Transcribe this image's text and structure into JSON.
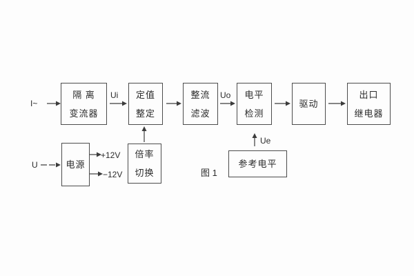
{
  "figure": {
    "caption": "图 1"
  },
  "inputs": {
    "current_input_label": "I~",
    "voltage_input_label": "U"
  },
  "signals": {
    "ui": "Ui",
    "uo": "Uo",
    "ue": "Ue",
    "plus12v": "+12V",
    "minus12v": "−12V"
  },
  "blocks": {
    "isolation_transformer": {
      "line1": "隔 离",
      "line2": "变流器"
    },
    "setpoint_setting": {
      "line1": "定值",
      "line2": "整定"
    },
    "rectifier_filter": {
      "line1": "整流",
      "line2": "滤波"
    },
    "level_detection": {
      "line1": "电平",
      "line2": "检测"
    },
    "driver": {
      "line1": "驱动"
    },
    "output_relay": {
      "line1": "出口",
      "line2": "继电器"
    },
    "power_supply": {
      "line1": "电源"
    },
    "ratio_switching": {
      "line1": "倍率",
      "line2": "切换"
    },
    "reference_level": {
      "line1": "参考电平"
    }
  },
  "colors": {
    "background": "#fdfdfd",
    "line": "#3c3c3c",
    "border": "#4b4b4b",
    "text": "#2b2b2b"
  }
}
